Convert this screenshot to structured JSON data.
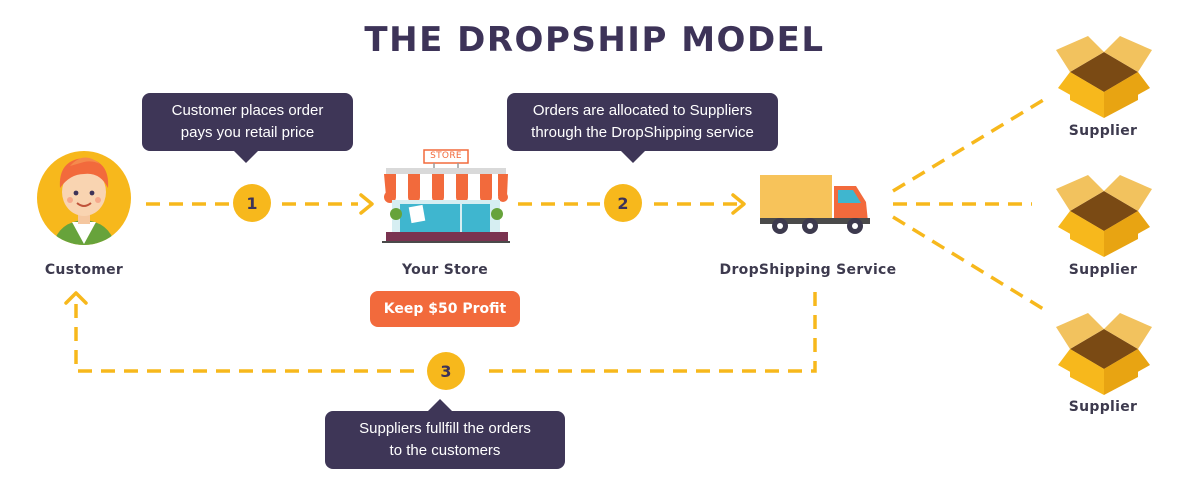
{
  "title": "THE DROPSHIP MODEL",
  "bubbles": {
    "customer_order": [
      "Customer places order",
      "pays you retail price"
    ],
    "allocation": [
      "Orders are allocated to Suppliers",
      "through the DropShipping service"
    ],
    "fulfill": [
      "Suppliers fullfill the orders",
      "to the customers"
    ]
  },
  "nodes": {
    "customer": "Customer",
    "store": "Your Store",
    "store_sign": "STORE",
    "dropship": "DropShipping Service",
    "supplier": "Supplier"
  },
  "steps": [
    "1",
    "2",
    "3"
  ],
  "profit": "Keep $50 Profit",
  "colors": {
    "dark": "#3e3657",
    "accent": "#f7b81c",
    "orange": "#f26a3c",
    "box": "#f7b81c"
  },
  "icons": {
    "customer": "person-avatar-icon",
    "store": "storefront-icon",
    "dropship": "delivery-truck-icon",
    "supplier": "cardboard-box-icon"
  }
}
